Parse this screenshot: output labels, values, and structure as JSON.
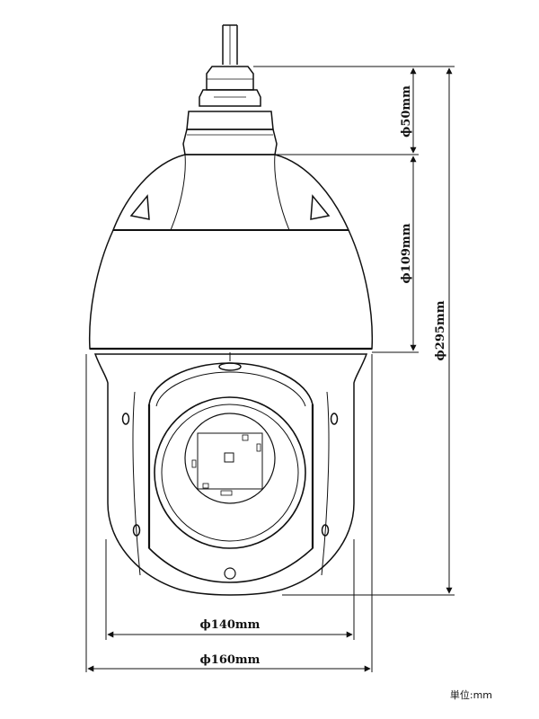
{
  "dimensions": {
    "mount_diameter": "ϕ50mm",
    "dome_height": "ϕ109mm",
    "total_height": "ϕ295mm",
    "inner_width": "ϕ140mm",
    "outer_width": "ϕ160mm"
  },
  "unit_note": "単位:mm",
  "colors": {
    "line": "#111111",
    "background": "#ffffff"
  }
}
